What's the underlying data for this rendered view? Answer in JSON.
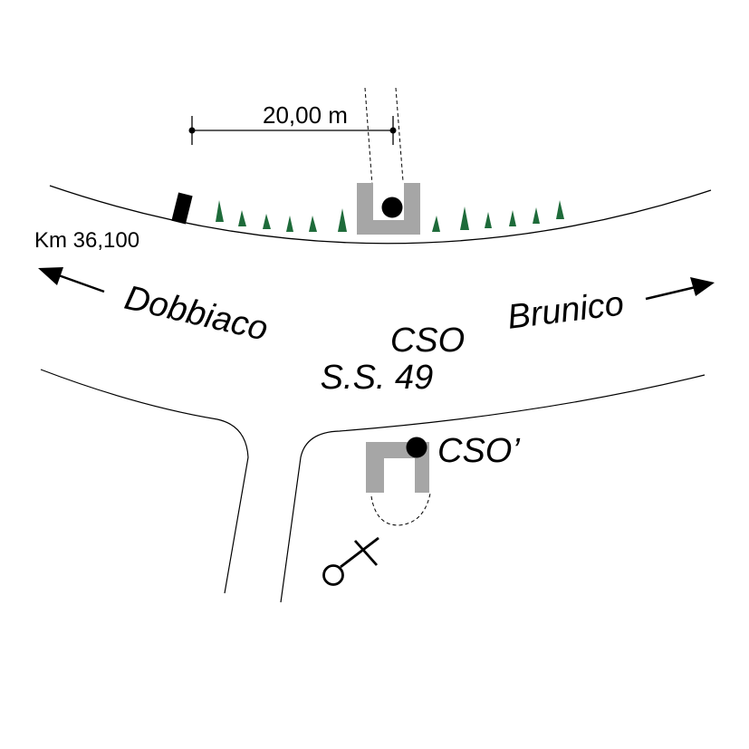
{
  "scale_label": "20,00 m",
  "km_label": "Km 36,100",
  "direction_left": "Dobbiaco",
  "direction_right": "Brunico",
  "point_main": "CSO",
  "road_label": "S.S. 49",
  "point_secondary": "CSO’",
  "colors": {
    "road_line": "#000000",
    "building": "#a6a6a6",
    "tree": "#1e6b3a",
    "marker": "#000000"
  },
  "icons": [
    "arrow-left-icon",
    "arrow-right-icon",
    "tree-icon",
    "km-marker-icon",
    "observer-symbol-icon"
  ]
}
